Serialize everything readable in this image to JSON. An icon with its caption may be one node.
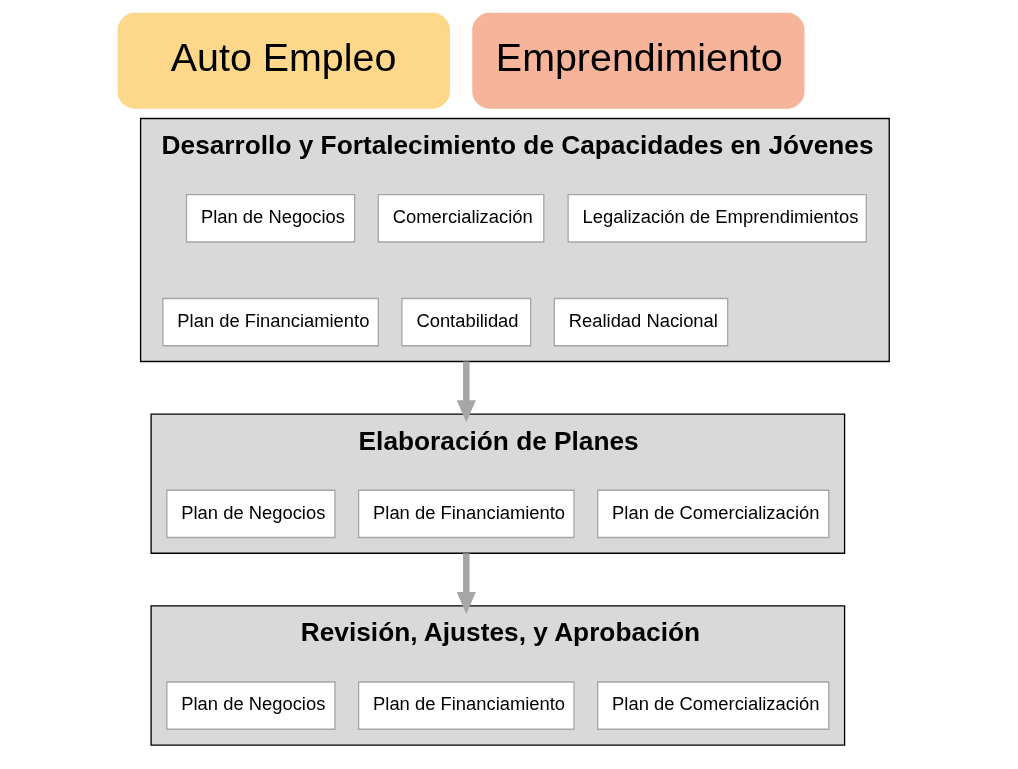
{
  "diagram": {
    "nodes": [
      {
        "text": [
          "Auto Empleo"
        ]
      },
      {
        "text": [
          "Emprendimiento"
        ]
      },
      {
        "text": [
          "Desarrollo y Fortalecimiento de Capacidades en Jóvenes"
        ]
      },
      {
        "text": [
          "Plan de Negocios"
        ],
        "in": 2
      },
      {
        "text": [
          "Comercialización"
        ],
        "in": 2
      },
      {
        "text": [
          "Legalización de Emprendimientos"
        ],
        "in": 2
      },
      {
        "text": [
          "Plan de Financiamiento"
        ],
        "in": 2
      },
      {
        "text": [
          "Contabilidad"
        ],
        "in": 2
      },
      {
        "text": [
          "Realidad Nacional"
        ],
        "in": 2
      },
      {
        "text": [
          "Elaboración de Planes"
        ]
      },
      {
        "text": [
          "Plan de Negocios"
        ],
        "in": 9
      },
      {
        "text": [
          "Plan de Financiamiento"
        ],
        "in": 9
      },
      {
        "text": [
          "Plan de Comercialización"
        ],
        "in": 9
      },
      {
        "text": [
          "Revisión, Ajustes, y Aprobación"
        ]
      },
      {
        "text": [
          "Plan de Negocios"
        ],
        "in": 13
      },
      {
        "text": [
          "Plan de Financiamiento"
        ],
        "in": 13
      },
      {
        "text": [
          "Plan de Comercialización"
        ],
        "in": 13
      }
    ],
    "edges": [
      {
        "from": 2,
        "to": 9,
        "arrow": "to"
      },
      {
        "from": 9,
        "to": 13,
        "arrow": "to"
      }
    ]
  }
}
